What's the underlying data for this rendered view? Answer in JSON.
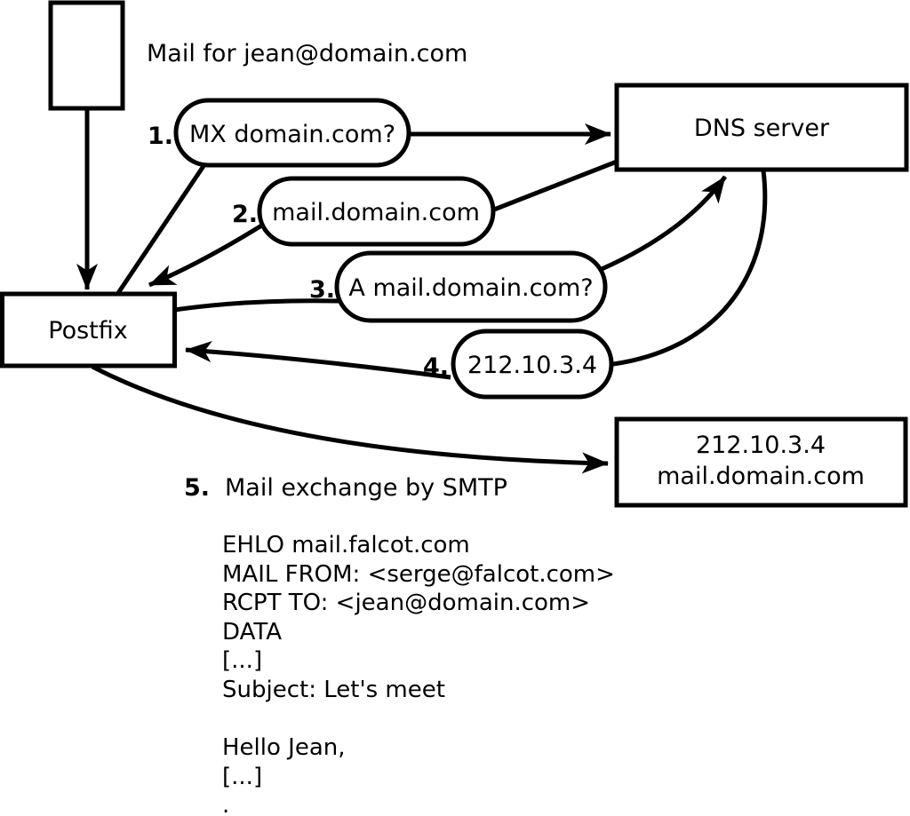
{
  "colors": {
    "ink": "#000000",
    "paper": "#ffffff"
  },
  "annotation": {
    "title": "Mail for jean@domain.com"
  },
  "nodes": {
    "postfix": {
      "label": "Postfix"
    },
    "dns_server": {
      "label": "DNS server"
    },
    "mail_server": {
      "line1": "212.10.3.4",
      "line2": "mail.domain.com"
    }
  },
  "steps": [
    {
      "num": "1.",
      "label": "MX domain.com?"
    },
    {
      "num": "2.",
      "label": "mail.domain.com"
    },
    {
      "num": "3.",
      "label": "A mail.domain.com?"
    },
    {
      "num": "4.",
      "label": "212.10.3.4"
    },
    {
      "num": "5.",
      "label": "Mail exchange by SMTP"
    }
  ],
  "smtp_session": [
    "EHLO mail.falcot.com",
    "MAIL FROM: <serge@falcot.com>",
    "RCPT TO: <jean@domain.com>",
    "DATA",
    "[...]",
    "Subject: Let's meet",
    "",
    "Hello Jean,",
    "[...]",
    "."
  ]
}
